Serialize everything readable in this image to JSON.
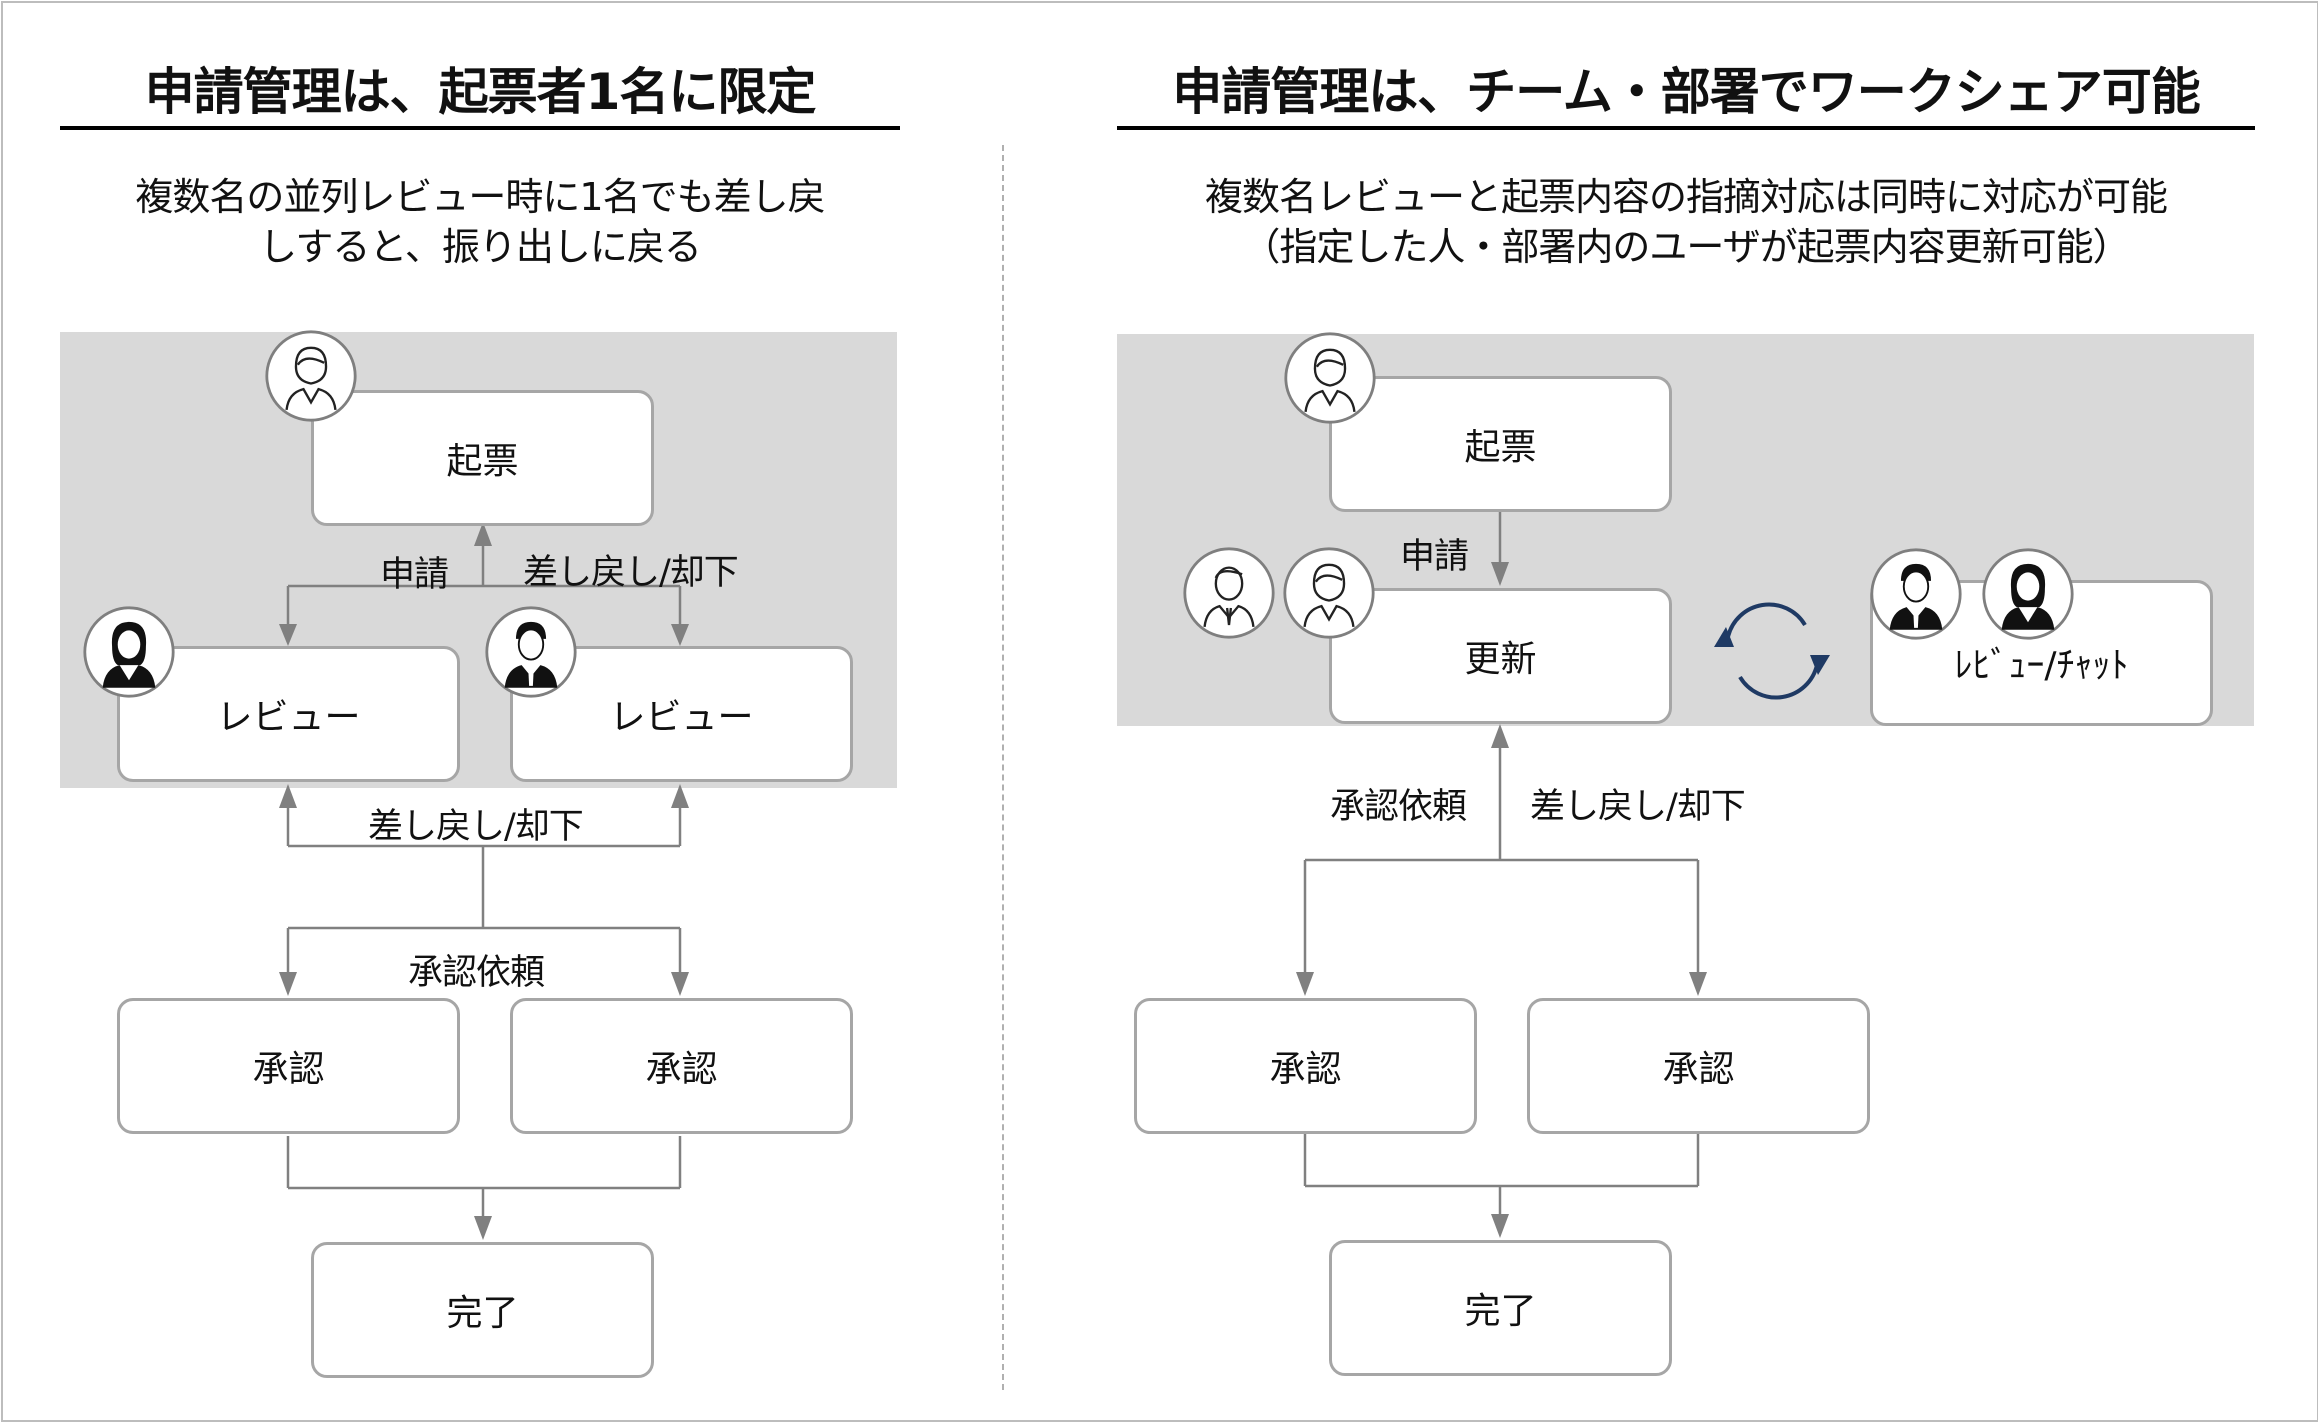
{
  "left": {
    "title": "申請管理は、起票者1名に限定",
    "subtitle_line1": "複数名の並列レビュー時に1名でも差し戻",
    "subtitle_line2": "しすると、振り出しに戻る",
    "nodes": {
      "draft": "起票",
      "review_a": "レビュー",
      "review_b": "レビュー",
      "approve_a": "承認",
      "approve_b": "承認",
      "done": "完了"
    },
    "labels": {
      "apply": "申請",
      "return_top": "差し戻し/却下",
      "return_mid": "差し戻し/却下",
      "approval_request": "承認依頼"
    },
    "avatars": [
      "user-outline-icon",
      "user-solid-woman-icon",
      "user-solid-man-icon"
    ]
  },
  "right": {
    "title": "申請管理は、チーム・部署でワークシェア可能",
    "subtitle_line1": "複数名レビューと起票内容の指摘対応は同時に対応が可能",
    "subtitle_line2": "（指定した人・部署内のユーザが起票内容更新可能）",
    "nodes": {
      "draft": "起票",
      "update": "更新",
      "review_chat": "ﾚﾋﾞｭｰ/ﾁｬｯﾄ",
      "approve_a": "承認",
      "approve_b": "承認",
      "done": "完了"
    },
    "labels": {
      "apply": "申請",
      "approval_request": "承認依頼",
      "return": "差し戻し/却下"
    },
    "sync_icon": "sync-icon",
    "avatars": [
      "user-outline-icon",
      "user-outline-man-icon",
      "user-outline-woman-icon",
      "user-solid-man-icon",
      "user-solid-woman-icon"
    ]
  },
  "colors": {
    "panel": "#d9d9d9",
    "border": "#a6a6a6",
    "connector": "#808080",
    "sync": "#1f3a64"
  }
}
